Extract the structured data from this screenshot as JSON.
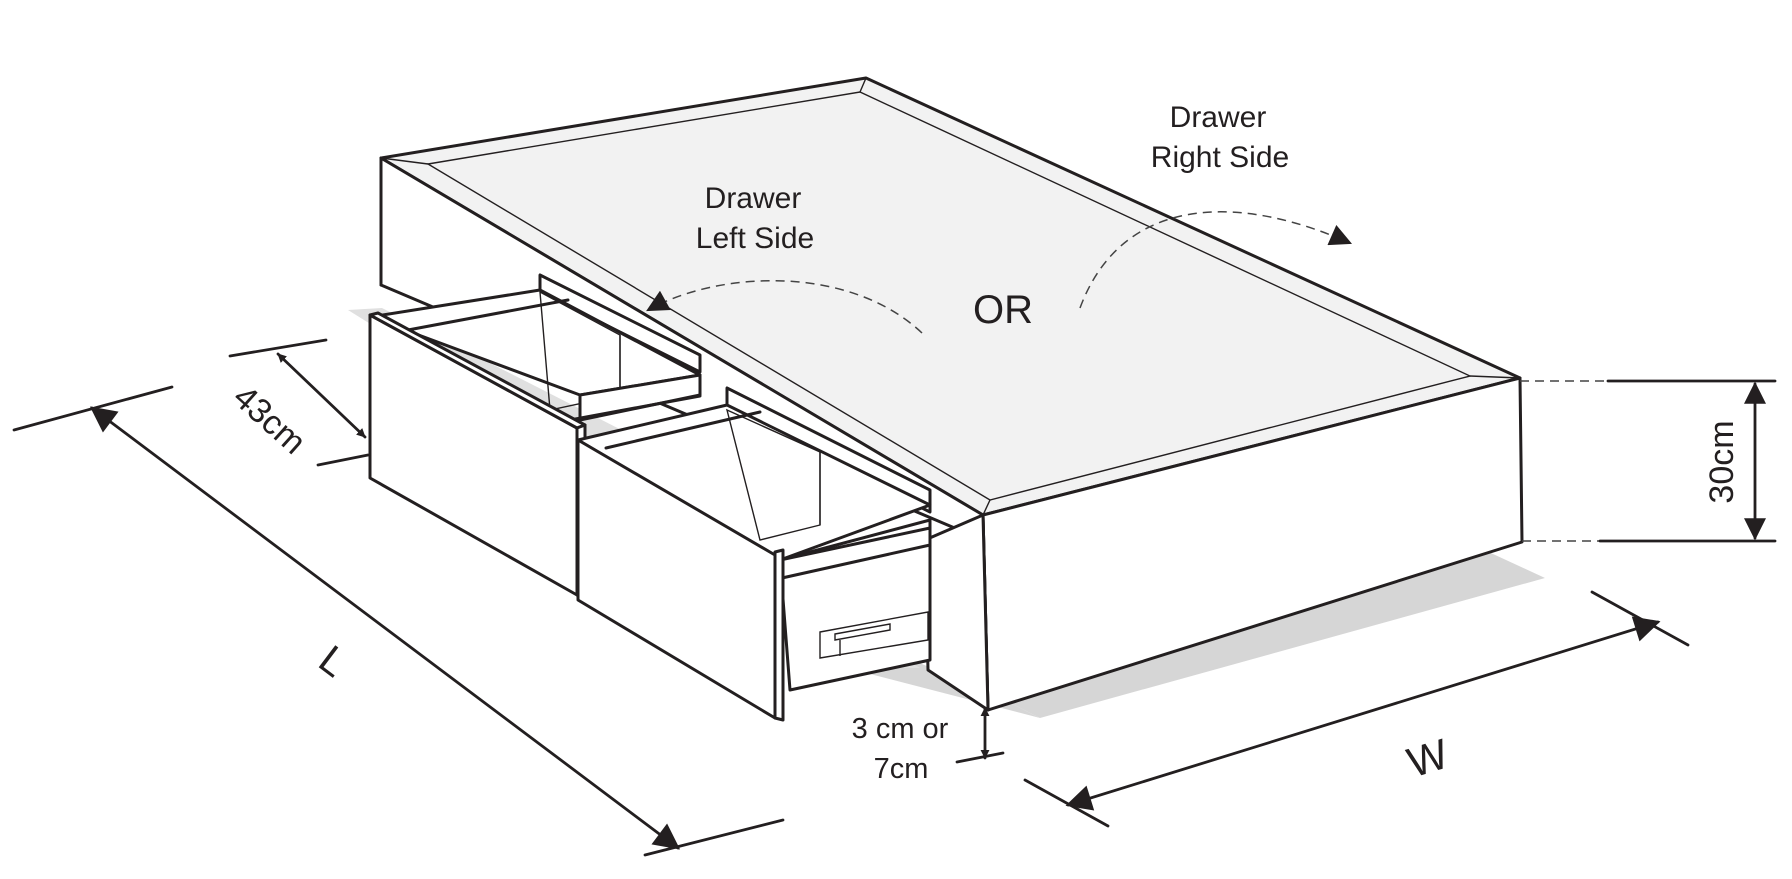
{
  "labels": {
    "drawer_left_line1": "Drawer",
    "drawer_left_line2": "Left Side",
    "drawer_right_line1": "Drawer",
    "drawer_right_line2": "Right Side",
    "or": "OR",
    "depth": "43cm",
    "length": "L",
    "width": "W",
    "height": "30cm",
    "clearance_line1": "3 cm or",
    "clearance_line2": "7cm"
  },
  "colors": {
    "line": "#231f20",
    "top_surface": "#f2f2f2",
    "side_face": "#ffffff",
    "shadow": "#d6d6d6"
  }
}
